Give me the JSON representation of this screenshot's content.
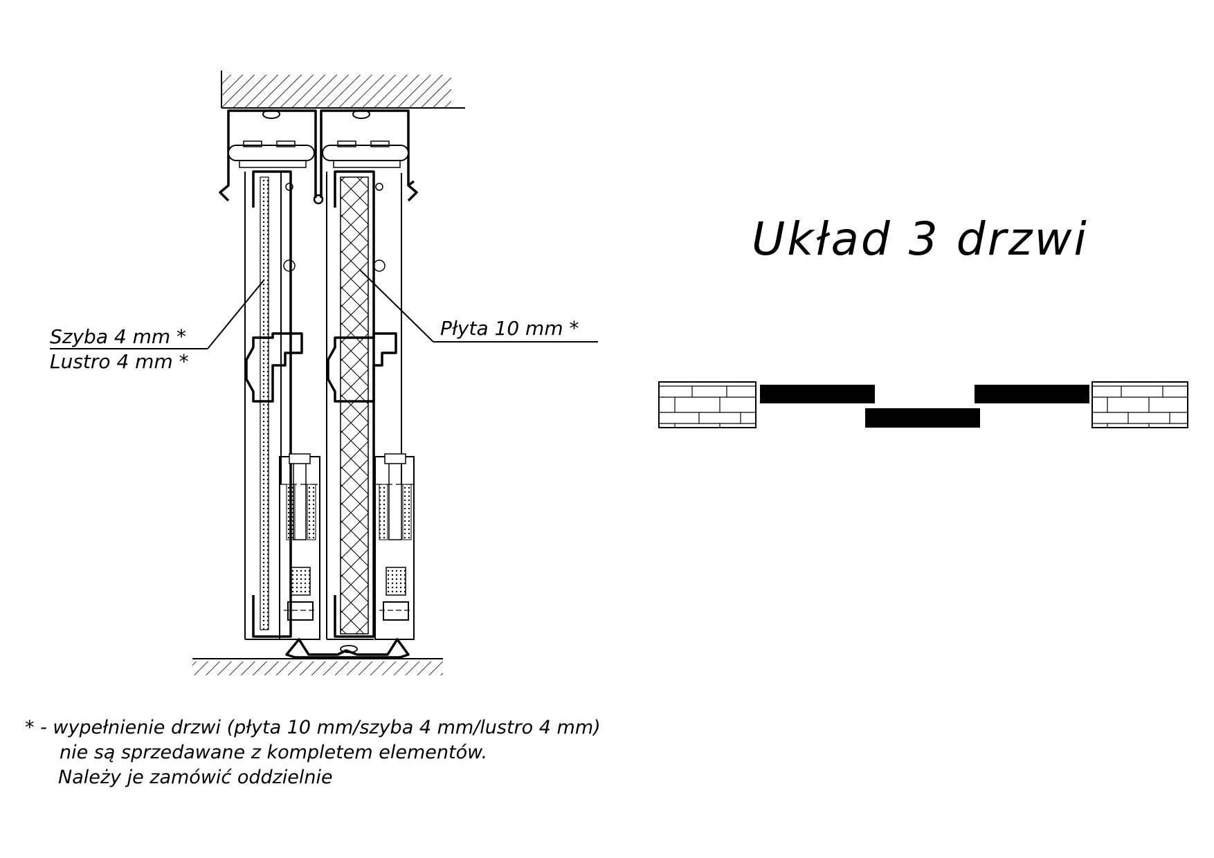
{
  "title": "Układ 3 drzwi",
  "labels": {
    "glass_line1": "Szyba 4 mm *",
    "glass_line2": "Lustro 4 mm *",
    "board": "Płyta 10 mm *"
  },
  "footnote": {
    "line1": "* - wypełnienie drzwi (płyta 10 mm/szyba 4 mm/lustro 4 mm)",
    "line2": "nie są sprzedawane z kompletem elementów.",
    "line3": "Należy je zamówić oddzielnie"
  },
  "colors": {
    "ink": "#000000",
    "background": "#ffffff"
  }
}
